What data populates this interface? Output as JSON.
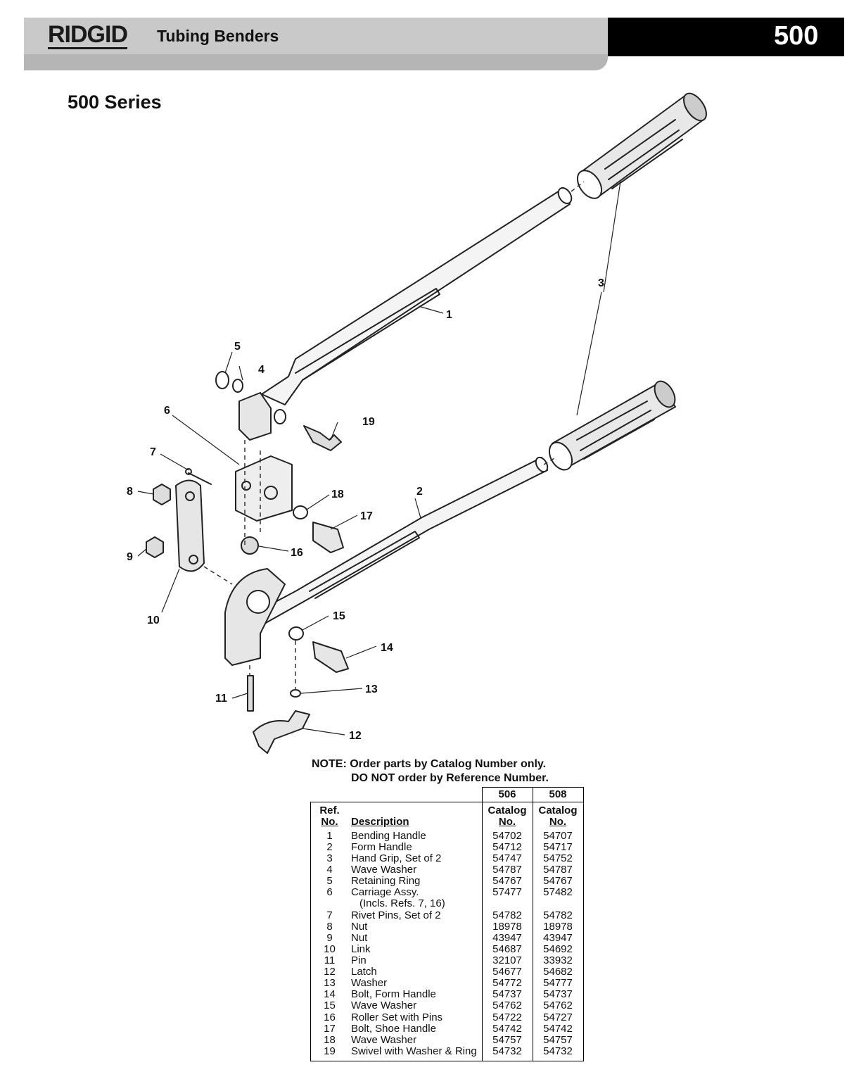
{
  "header": {
    "brand": "RIDGID",
    "title": "Tubing Benders",
    "page_number": "500"
  },
  "series_title": "500 Series",
  "diagram_callouts": [
    "1",
    "2",
    "3",
    "4",
    "5",
    "6",
    "7",
    "8",
    "9",
    "10",
    "11",
    "12",
    "13",
    "14",
    "15",
    "16",
    "17",
    "18",
    "19"
  ],
  "note": {
    "line1": "NOTE: Order parts by Catalog Number only.",
    "line2": "DO NOT order by Reference Number."
  },
  "table": {
    "model_headers": [
      "506",
      "508"
    ],
    "col_ref_line1": "Ref.",
    "col_ref_line2": "No.",
    "col_desc": "Description",
    "col_cat_line1": "Catalog",
    "col_cat_line2": "No.",
    "rows": [
      {
        "ref": "1",
        "desc": "Bending Handle",
        "c506": "54702",
        "c508": "54707"
      },
      {
        "ref": "2",
        "desc": "Form Handle",
        "c506": "54712",
        "c508": "54717"
      },
      {
        "ref": "3",
        "desc": "Hand Grip, Set of 2",
        "c506": "54747",
        "c508": "54752"
      },
      {
        "ref": "4",
        "desc": "Wave Washer",
        "c506": "54787",
        "c508": "54787"
      },
      {
        "ref": "5",
        "desc": "Retaining Ring",
        "c506": "54767",
        "c508": "54767"
      },
      {
        "ref": "6",
        "desc": "Carriage Assy.",
        "c506": "57477",
        "c508": "57482"
      },
      {
        "ref": "",
        "desc": "   (Incls. Refs. 7, 16)",
        "c506": "",
        "c508": ""
      },
      {
        "ref": "7",
        "desc": "Rivet Pins, Set of 2",
        "c506": "54782",
        "c508": "54782"
      },
      {
        "ref": "8",
        "desc": "Nut",
        "c506": "18978",
        "c508": "18978"
      },
      {
        "ref": "9",
        "desc": "Nut",
        "c506": "43947",
        "c508": "43947"
      },
      {
        "ref": "10",
        "desc": "Link",
        "c506": "54687",
        "c508": "54692"
      },
      {
        "ref": "11",
        "desc": "Pin",
        "c506": "32107",
        "c508": "33932"
      },
      {
        "ref": "12",
        "desc": "Latch",
        "c506": "54677",
        "c508": "54682"
      },
      {
        "ref": "13",
        "desc": "Washer",
        "c506": "54772",
        "c508": "54777"
      },
      {
        "ref": "14",
        "desc": "Bolt, Form Handle",
        "c506": "54737",
        "c508": "54737"
      },
      {
        "ref": "15",
        "desc": "Wave Washer",
        "c506": "54762",
        "c508": "54762"
      },
      {
        "ref": "16",
        "desc": "Roller Set with Pins",
        "c506": "54722",
        "c508": "54727"
      },
      {
        "ref": "17",
        "desc": "Bolt, Shoe Handle",
        "c506": "54742",
        "c508": "54742"
      },
      {
        "ref": "18",
        "desc": "Wave Washer",
        "c506": "54757",
        "c508": "54757"
      },
      {
        "ref": "19",
        "desc": "Swivel with Washer & Ring",
        "c506": "54732",
        "c508": "54732"
      }
    ]
  }
}
